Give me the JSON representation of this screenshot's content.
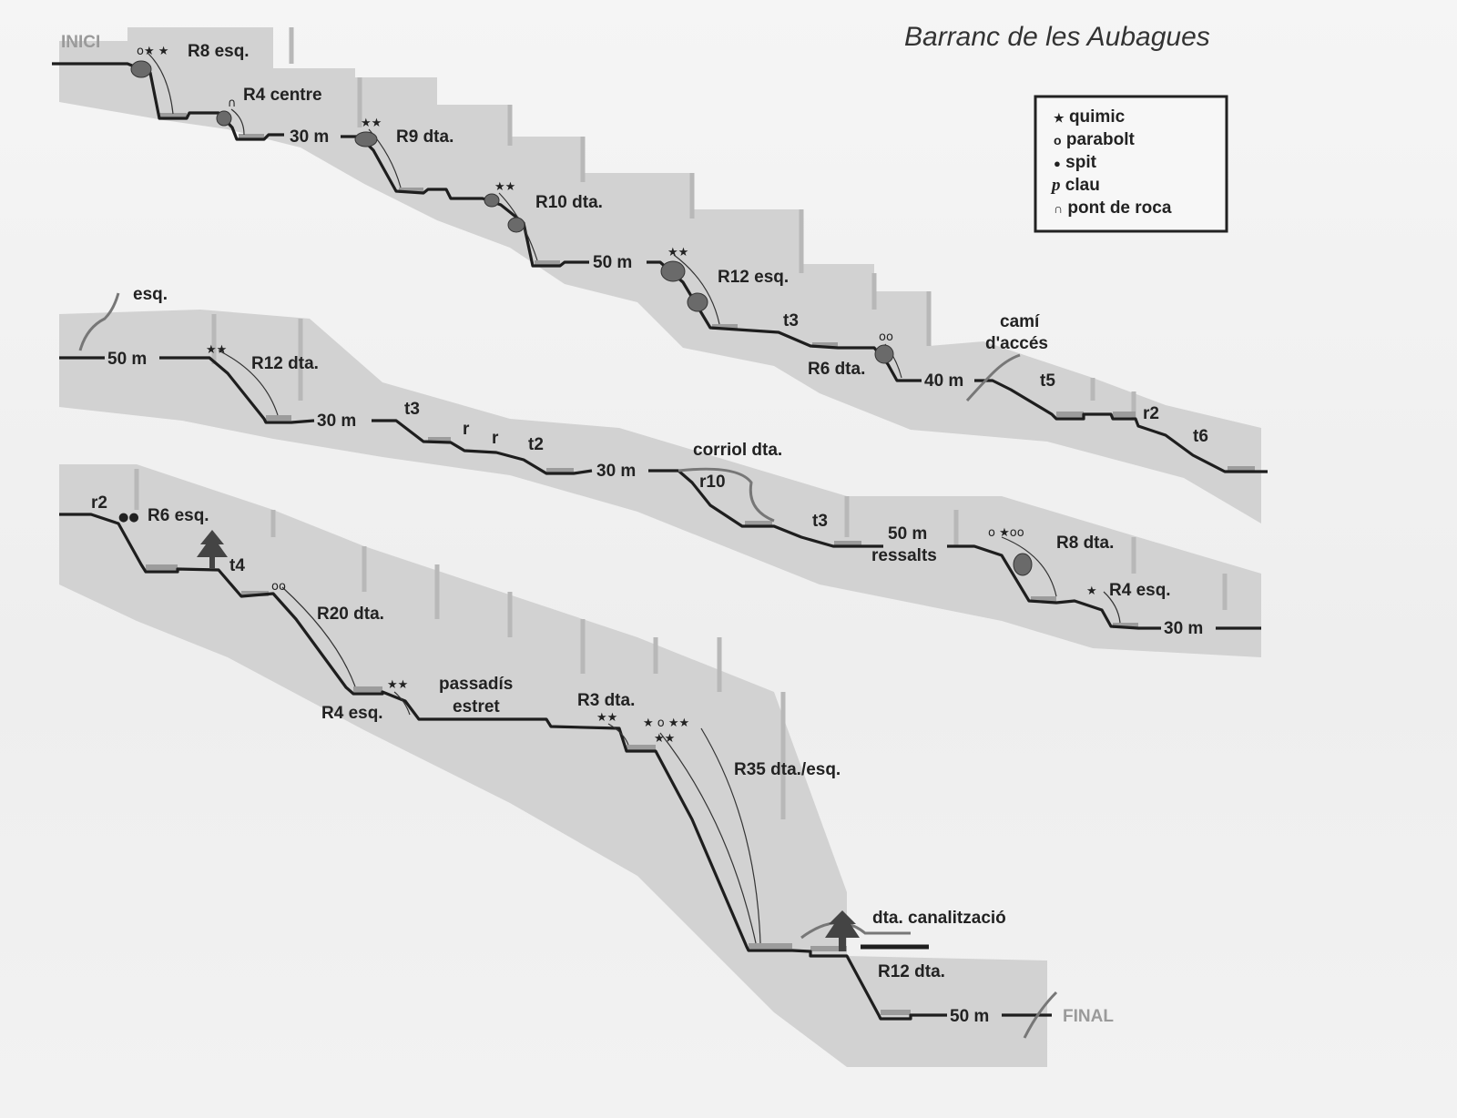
{
  "title": "Barranc de les Aubagues",
  "legend": [
    {
      "symbol": "★",
      "label": "quimic"
    },
    {
      "symbol": "o",
      "label": "parabolt"
    },
    {
      "symbol": "●",
      "label": "spit"
    },
    {
      "symbol": "p",
      "label": "clau"
    },
    {
      "symbol": "∩",
      "label": "pont de roca"
    }
  ],
  "start_label": "INICI",
  "end_label": "FINAL",
  "labels": {
    "r8esq_sym": "o★ ★",
    "r8esq": "R8 esq.",
    "r4c_sym": "∩",
    "r4c": "R4 centre",
    "d30a": "30 m",
    "r9_sym": "★★",
    "r9": "R9 dta.",
    "r10_sym": "★★",
    "r10": "R10 dta.",
    "d50a": "50 m",
    "r12e_sym": "★★",
    "r12e": "R12 esq.",
    "t3a": "t3",
    "r6d_sym": "oo",
    "r6d": "R6 dta.",
    "d40": "40 m",
    "cami1": "camí",
    "cami2": "d'accés",
    "t5": "t5",
    "r2a": "r2",
    "t6": "t6",
    "esq": "esq.",
    "d50b": "50 m",
    "r12d_sym": "★★",
    "r12d": "R12 dta.",
    "d30b": "30 m",
    "t3b": "t3",
    "ra": "r",
    "rb": "r",
    "t2": "t2",
    "d30c": "30 m",
    "corriol": "corriol dta.",
    "r10b": "r10",
    "t3c": "t3",
    "d50c": "50 m",
    "ressalts": "ressalts",
    "r8d_sym": "o ★oo",
    "r8d": "R8 dta.",
    "r4e_sym": "★",
    "r4e": "R4 esq.",
    "d30d": "30 m",
    "r2b": "r2",
    "r6e_sym": "●●",
    "r6e": "R6 esq.",
    "t4": "t4",
    "r20_sym": "oo",
    "r20": "R20 dta.",
    "r4e2_sym": "★★",
    "r4e2": "R4 esq.",
    "pass1": "passadís",
    "pass2": "estret",
    "r3_sym": "★★",
    "r3": "R3 dta.",
    "r35_sym1": "★ o ★★",
    "r35_sym2": "★★",
    "r35": "R35 dta./esq.",
    "canal": "dta. canalització",
    "r12d2": "R12 dta.",
    "d50d": "50 m"
  }
}
